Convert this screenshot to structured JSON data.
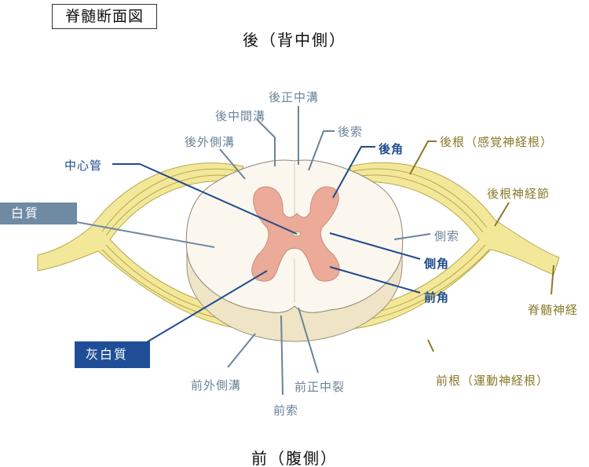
{
  "title": "脊髄断面図",
  "top_direction": "後（背中側）",
  "bottom_direction": "前（腹側）",
  "labels": {
    "posterior_median_sulcus": "後正中溝",
    "posterior_intermediate_sulcus": "後中間溝",
    "posterolateral_sulcus": "後外側溝",
    "posterior_funiculus": "後索",
    "posterior_horn": "後角",
    "central_canal": "中心管",
    "white_matter": "白質",
    "lateral_funiculus": "側索",
    "lateral_horn": "側角",
    "anterior_horn": "前角",
    "gray_matter": "灰白質",
    "anterolateral_sulcus": "前外側溝",
    "anterior_median_fissure": "前正中裂",
    "anterior_funiculus": "前索",
    "posterior_root": "後根（感覚神経根）",
    "dorsal_root_ganglion": "後根神経節",
    "spinal_nerve": "脊髄神経",
    "anterior_root": "前根（運動神経根）"
  },
  "colors": {
    "label_gray": "#6b8399",
    "label_blue": "#1f4b8c",
    "label_gold": "#8a7a2a",
    "white_matter_badge": "#6f8aa3",
    "gray_matter_badge": "#1f4e96",
    "nerve": "#f3e79a",
    "gray_matter": "#ecaa98",
    "white_matter": "#fbf7ee"
  }
}
